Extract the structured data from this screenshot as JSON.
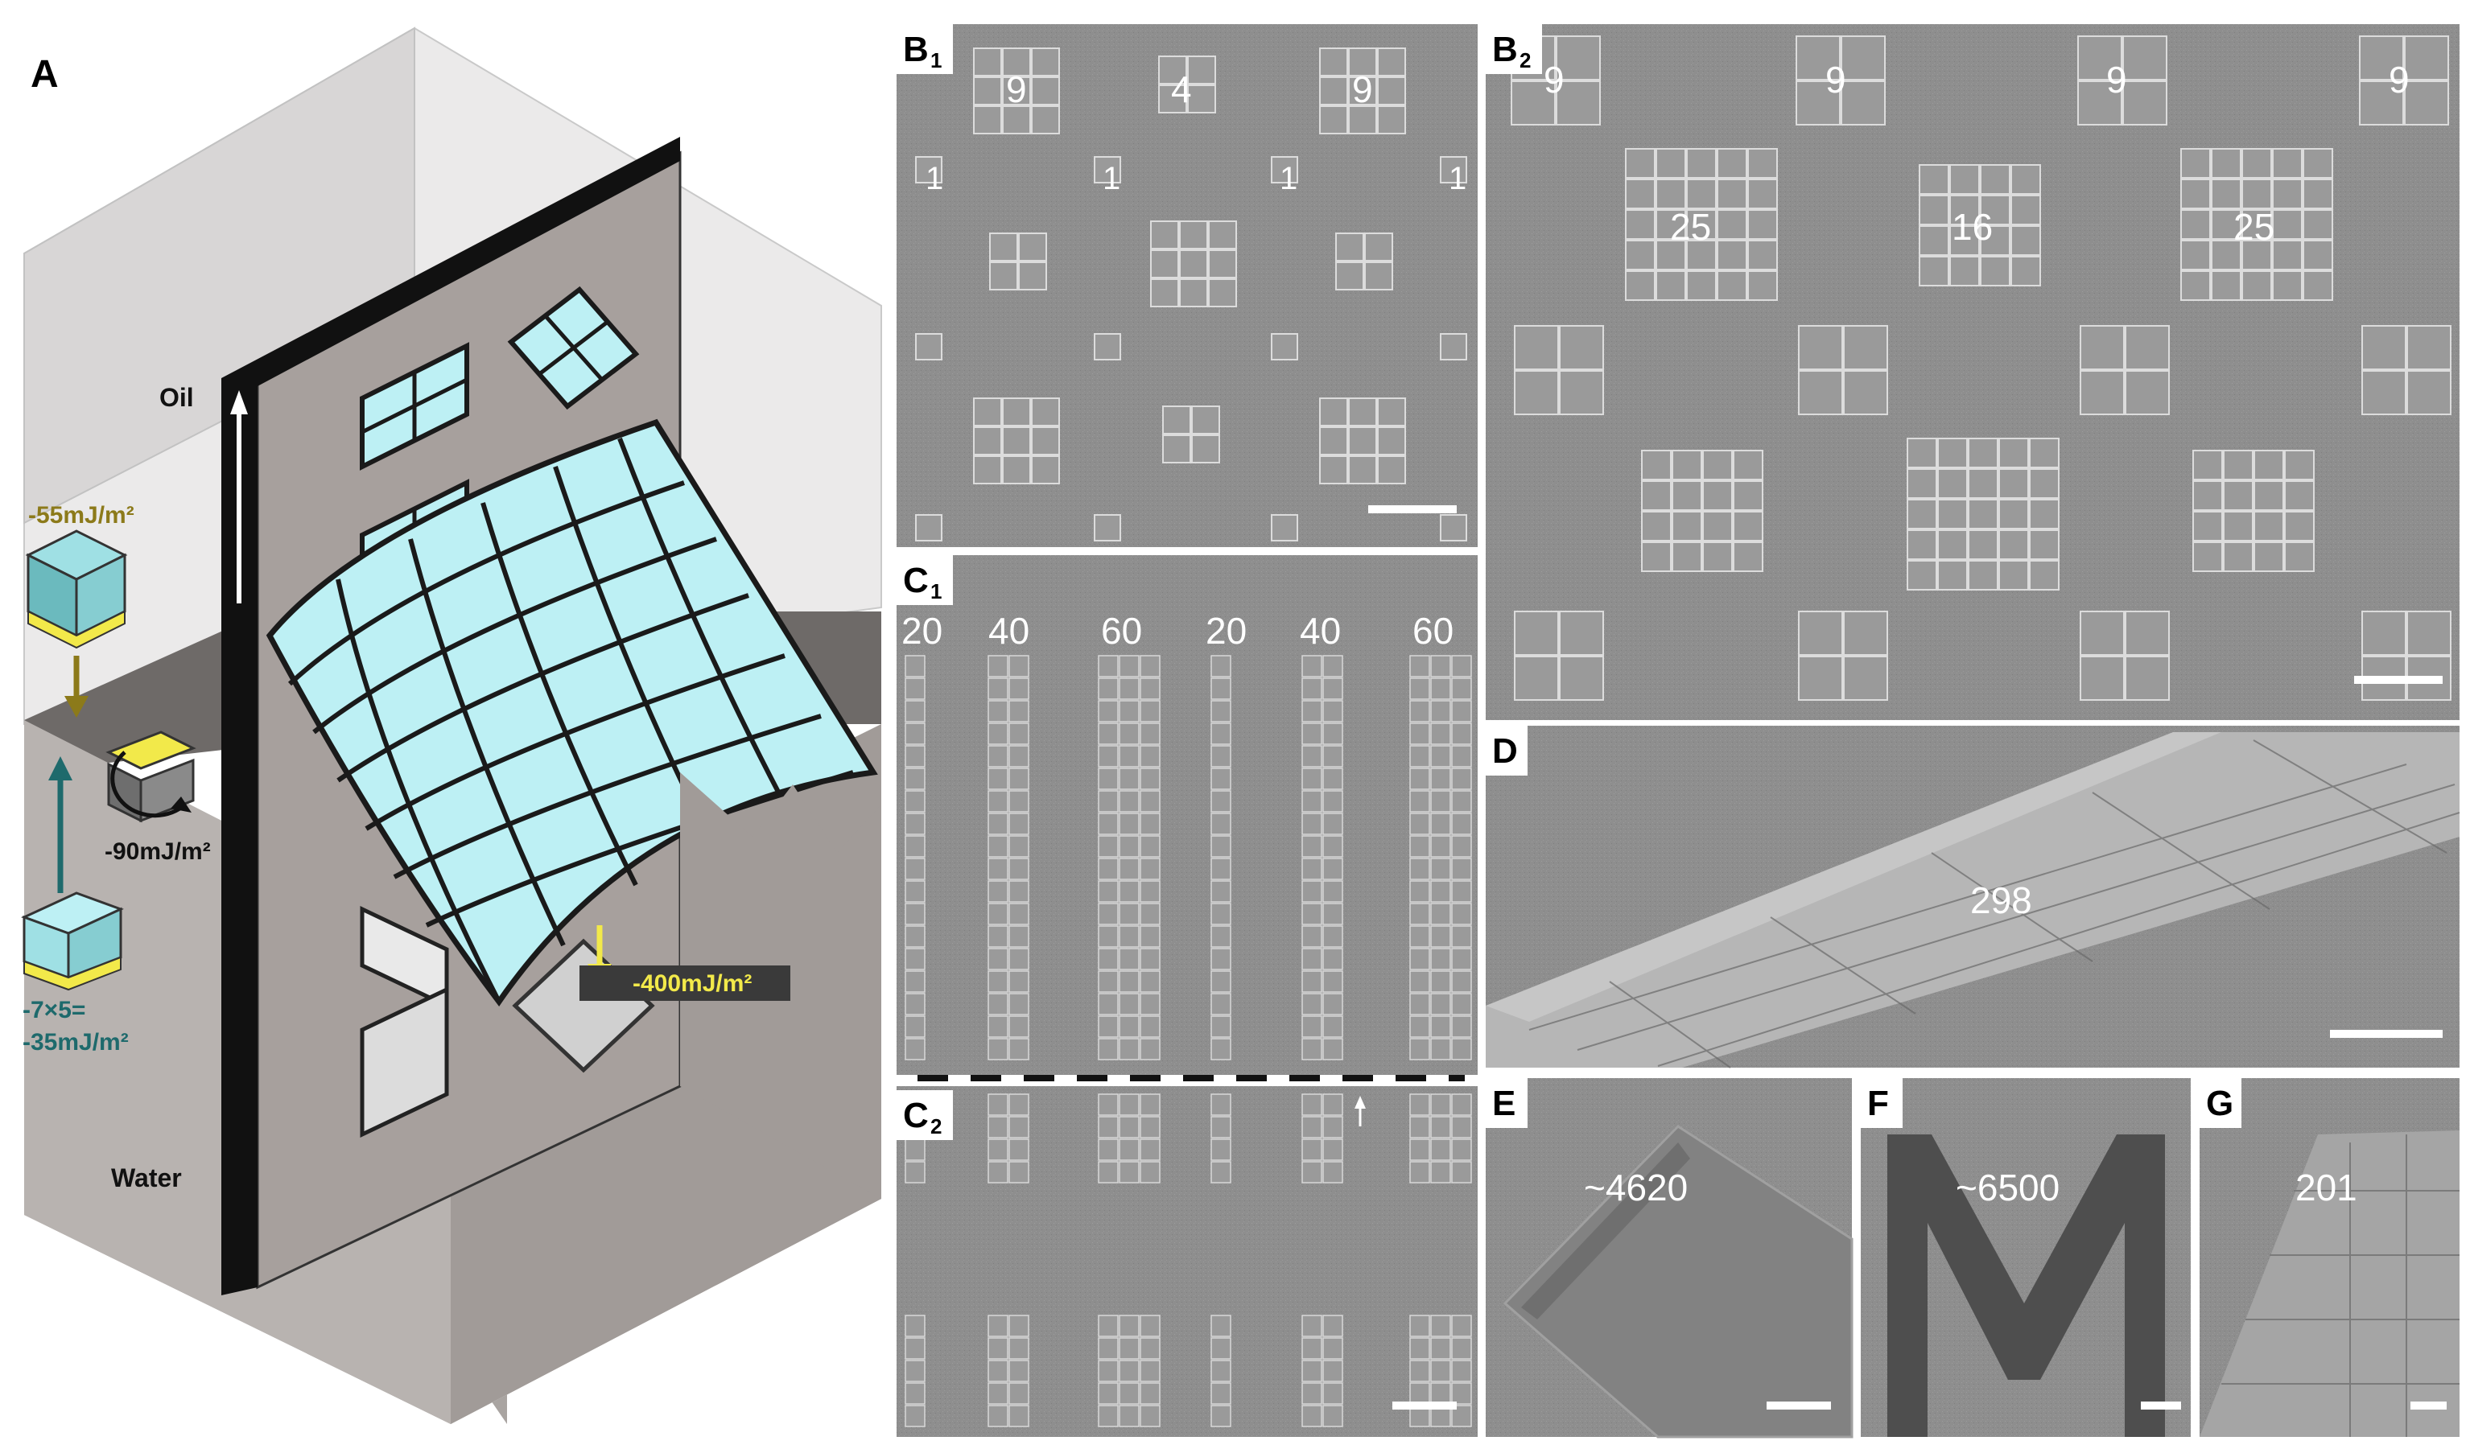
{
  "panelA": {
    "label": "A",
    "oil": "Oil",
    "water": "Water",
    "energy1": "-55mJ/m²",
    "energy2": "-90mJ/m²",
    "energy3": "-400mJ/m²",
    "energy4a": "-7×5=",
    "energy4b": "-35mJ/m²"
  },
  "panels": {
    "B1": {
      "letter": "B",
      "sub": "1",
      "labels": [
        "9",
        "4",
        "9",
        "1",
        "1",
        "1",
        "1"
      ]
    },
    "B2": {
      "letter": "B",
      "sub": "2",
      "labels": [
        "9",
        "9",
        "9",
        "9",
        "25",
        "16",
        "25"
      ]
    },
    "C1": {
      "letter": "C",
      "sub": "1",
      "labels": [
        "20",
        "40",
        "60",
        "20",
        "40",
        "60"
      ]
    },
    "C2": {
      "letter": "C",
      "sub": "2"
    },
    "D": {
      "letter": "D",
      "value": "298"
    },
    "E": {
      "letter": "E",
      "value": "~4620"
    },
    "F": {
      "letter": "F",
      "value": "~6500"
    },
    "G": {
      "letter": "G",
      "value": "201"
    }
  },
  "colors": {
    "tile": "#bdf0f4",
    "tile_edge": "#1a1a1a",
    "gold": "#e8d85a",
    "teal_text": "#1e6a6c",
    "olive_text": "#8c7a1a",
    "sem_bg": "#8d8d8d",
    "wall": "#a59f9c"
  }
}
